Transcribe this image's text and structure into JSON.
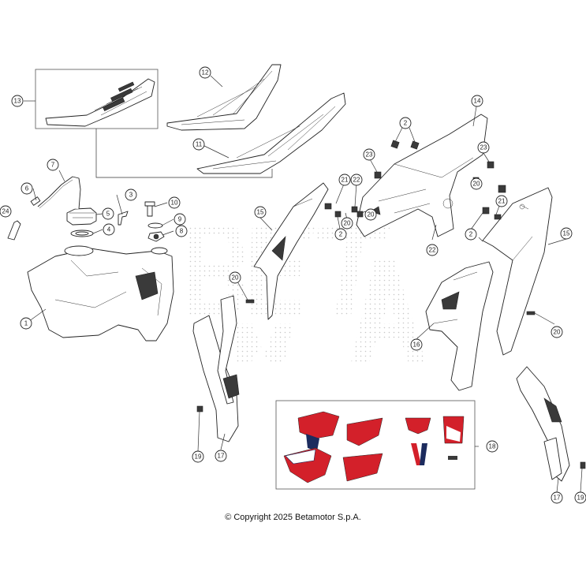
{
  "copyright": "© Copyright 2025 Betamotor S.p.A.",
  "callouts": [
    {
      "n": "1"
    },
    {
      "n": "2"
    },
    {
      "n": "3"
    },
    {
      "n": "4"
    },
    {
      "n": "5"
    },
    {
      "n": "6"
    },
    {
      "n": "7"
    },
    {
      "n": "8"
    },
    {
      "n": "9"
    },
    {
      "n": "10"
    },
    {
      "n": "11"
    },
    {
      "n": "12"
    },
    {
      "n": "13"
    },
    {
      "n": "14"
    },
    {
      "n": "15"
    },
    {
      "n": "16"
    },
    {
      "n": "17"
    },
    {
      "n": "18"
    },
    {
      "n": "19"
    },
    {
      "n": "20"
    },
    {
      "n": "21"
    },
    {
      "n": "22"
    },
    {
      "n": "23"
    },
    {
      "n": "24"
    }
  ],
  "colors": {
    "decal_red": "#d3202a",
    "decal_blue": "#1c2b5e",
    "line": "#222222"
  }
}
